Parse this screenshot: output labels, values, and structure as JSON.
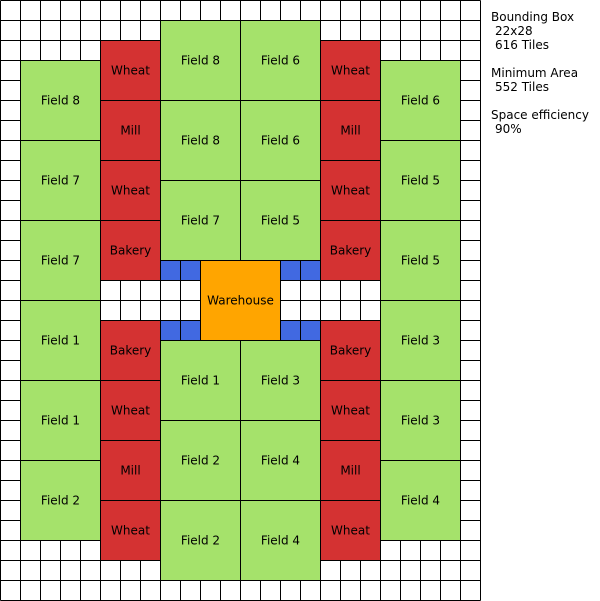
{
  "colors": {
    "field": "#a5e26b",
    "wheat": "#d43232",
    "mill": "#d43232",
    "bakery": "#d43232",
    "warehouse": "#ffa500",
    "road": "#4169e1",
    "grid": "#000000",
    "background": "#ffffff"
  },
  "grid": {
    "cols": 24,
    "rows": 30
  },
  "buildings": [
    {
      "type": "field",
      "label": "Field 8",
      "col": 1,
      "row": 3,
      "w": 4,
      "h": 4
    },
    {
      "type": "field",
      "label": "Field 7",
      "col": 1,
      "row": 7,
      "w": 4,
      "h": 4
    },
    {
      "type": "field",
      "label": "Field 7",
      "col": 1,
      "row": 11,
      "w": 4,
      "h": 4
    },
    {
      "type": "field",
      "label": "Field 1",
      "col": 1,
      "row": 15,
      "w": 4,
      "h": 4
    },
    {
      "type": "field",
      "label": "Field 1",
      "col": 1,
      "row": 19,
      "w": 4,
      "h": 4
    },
    {
      "type": "field",
      "label": "Field 2",
      "col": 1,
      "row": 23,
      "w": 4,
      "h": 4
    },
    {
      "type": "wheat",
      "label": "Wheat",
      "col": 5,
      "row": 2,
      "w": 3,
      "h": 3
    },
    {
      "type": "mill",
      "label": "Mill",
      "col": 5,
      "row": 5,
      "w": 3,
      "h": 3
    },
    {
      "type": "wheat",
      "label": "Wheat",
      "col": 5,
      "row": 8,
      "w": 3,
      "h": 3
    },
    {
      "type": "bakery",
      "label": "Bakery",
      "col": 5,
      "row": 11,
      "w": 3,
      "h": 3
    },
    {
      "type": "bakery",
      "label": "Bakery",
      "col": 5,
      "row": 16,
      "w": 3,
      "h": 3
    },
    {
      "type": "wheat",
      "label": "Wheat",
      "col": 5,
      "row": 19,
      "w": 3,
      "h": 3
    },
    {
      "type": "mill",
      "label": "Mill",
      "col": 5,
      "row": 22,
      "w": 3,
      "h": 3
    },
    {
      "type": "wheat",
      "label": "Wheat",
      "col": 5,
      "row": 25,
      "w": 3,
      "h": 3
    },
    {
      "type": "field",
      "label": "Field 8",
      "col": 8,
      "row": 1,
      "w": 4,
      "h": 4
    },
    {
      "type": "field",
      "label": "Field 8",
      "col": 8,
      "row": 5,
      "w": 4,
      "h": 4
    },
    {
      "type": "field",
      "label": "Field 7",
      "col": 8,
      "row": 9,
      "w": 4,
      "h": 4
    },
    {
      "type": "field",
      "label": "Field 6",
      "col": 12,
      "row": 1,
      "w": 4,
      "h": 4
    },
    {
      "type": "field",
      "label": "Field 6",
      "col": 12,
      "row": 5,
      "w": 4,
      "h": 4
    },
    {
      "type": "field",
      "label": "Field 5",
      "col": 12,
      "row": 9,
      "w": 4,
      "h": 4
    },
    {
      "type": "warehouse",
      "label": "Warehouse",
      "col": 10,
      "row": 13,
      "w": 4,
      "h": 4
    },
    {
      "type": "field",
      "label": "Field 1",
      "col": 8,
      "row": 17,
      "w": 4,
      "h": 4
    },
    {
      "type": "field",
      "label": "Field 2",
      "col": 8,
      "row": 21,
      "w": 4,
      "h": 4
    },
    {
      "type": "field",
      "label": "Field 2",
      "col": 8,
      "row": 25,
      "w": 4,
      "h": 4
    },
    {
      "type": "field",
      "label": "Field 3",
      "col": 12,
      "row": 17,
      "w": 4,
      "h": 4
    },
    {
      "type": "field",
      "label": "Field 4",
      "col": 12,
      "row": 21,
      "w": 4,
      "h": 4
    },
    {
      "type": "field",
      "label": "Field 4",
      "col": 12,
      "row": 25,
      "w": 4,
      "h": 4
    },
    {
      "type": "wheat",
      "label": "Wheat",
      "col": 16,
      "row": 2,
      "w": 3,
      "h": 3
    },
    {
      "type": "mill",
      "label": "Mill",
      "col": 16,
      "row": 5,
      "w": 3,
      "h": 3
    },
    {
      "type": "wheat",
      "label": "Wheat",
      "col": 16,
      "row": 8,
      "w": 3,
      "h": 3
    },
    {
      "type": "bakery",
      "label": "Bakery",
      "col": 16,
      "row": 11,
      "w": 3,
      "h": 3
    },
    {
      "type": "bakery",
      "label": "Bakery",
      "col": 16,
      "row": 16,
      "w": 3,
      "h": 3
    },
    {
      "type": "wheat",
      "label": "Wheat",
      "col": 16,
      "row": 19,
      "w": 3,
      "h": 3
    },
    {
      "type": "mill",
      "label": "Mill",
      "col": 16,
      "row": 22,
      "w": 3,
      "h": 3
    },
    {
      "type": "wheat",
      "label": "Wheat",
      "col": 16,
      "row": 25,
      "w": 3,
      "h": 3
    },
    {
      "type": "field",
      "label": "Field 6",
      "col": 19,
      "row": 3,
      "w": 4,
      "h": 4
    },
    {
      "type": "field",
      "label": "Field 5",
      "col": 19,
      "row": 7,
      "w": 4,
      "h": 4
    },
    {
      "type": "field",
      "label": "Field 5",
      "col": 19,
      "row": 11,
      "w": 4,
      "h": 4
    },
    {
      "type": "field",
      "label": "Field 3",
      "col": 19,
      "row": 15,
      "w": 4,
      "h": 4
    },
    {
      "type": "field",
      "label": "Field 3",
      "col": 19,
      "row": 19,
      "w": 4,
      "h": 4
    },
    {
      "type": "field",
      "label": "Field 4",
      "col": 19,
      "row": 23,
      "w": 4,
      "h": 4
    }
  ],
  "roads": [
    {
      "col": 8,
      "row": 13
    },
    {
      "col": 9,
      "row": 13
    },
    {
      "col": 14,
      "row": 13
    },
    {
      "col": 15,
      "row": 13
    },
    {
      "col": 8,
      "row": 16
    },
    {
      "col": 9,
      "row": 16
    },
    {
      "col": 14,
      "row": 16
    },
    {
      "col": 15,
      "row": 16
    }
  ],
  "stats": [
    {
      "label": "Bounding Box",
      "values": [
        "22x28",
        "616 Tiles"
      ]
    },
    {
      "label": "Minimum Area",
      "values": [
        "552 Tiles"
      ]
    },
    {
      "label": "Space efficiency",
      "values": [
        "90%"
      ]
    }
  ]
}
